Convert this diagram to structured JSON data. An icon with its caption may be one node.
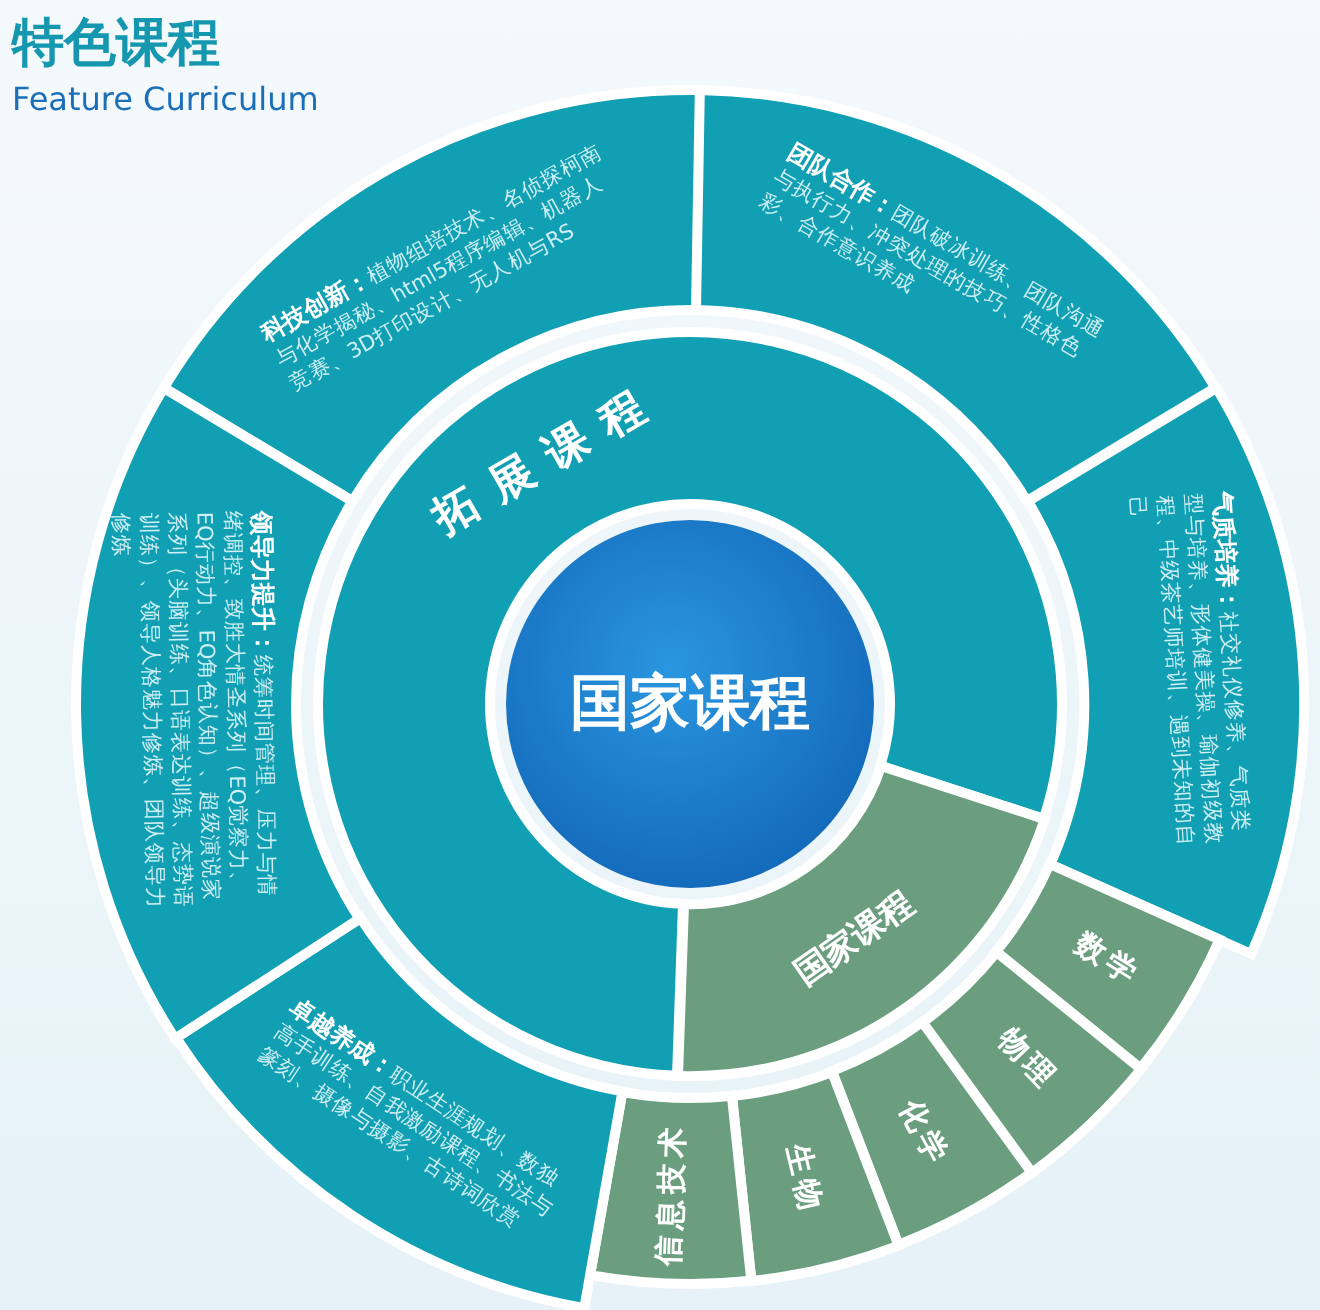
{
  "diagram": {
    "title": "特色课程",
    "nodes": [
      {
        "text": [
          "国家课程"
        ]
      },
      {
        "text": [
          "拓展课程"
        ]
      },
      {
        "text": [
          "国家课程"
        ]
      },
      {
        "text": [
          "**科技创新：**植物组培技术、名侦探柯南与化学揭秘、html5程序编辑、机器人竞赛、3D打印设计、无人机与RS"
        ]
      },
      {
        "text": [
          "**团队合作：**团队破冰训练、团队沟通与执行力、冲突处理的技巧、性格色彩、合作意识养成"
        ]
      },
      {
        "text": [
          "**气质培养：**社交礼仪修养、气质类型与培养、形体健美操、瑜伽初级教程、中级茶艺师培训、遇到未知的自己"
        ]
      },
      {
        "text": [
          "数学"
        ]
      },
      {
        "text": [
          "物理"
        ]
      },
      {
        "text": [
          "化学"
        ]
      },
      {
        "text": [
          "生物"
        ]
      },
      {
        "text": [
          "信息技术"
        ]
      },
      {
        "text": [
          "**卓越养成：**职业生涯规划、数独高手训练、自我激励课程、书法与篆刻、摄像与摄影、古诗词欣赏"
        ]
      },
      {
        "text": [
          "**领导力提升：**统筹时间管理、压力与情绪调控、致胜大情圣系列（EQ觉察力、EQ行动力、EQ角色认知）、超级演说家系列（头脑训练、口语表达训练、态势语训练）、领导人格魅力修炼、团队领导力修炼"
        ]
      }
    ],
    "labels": [
      "Feature Curriculum"
    ]
  }
}
